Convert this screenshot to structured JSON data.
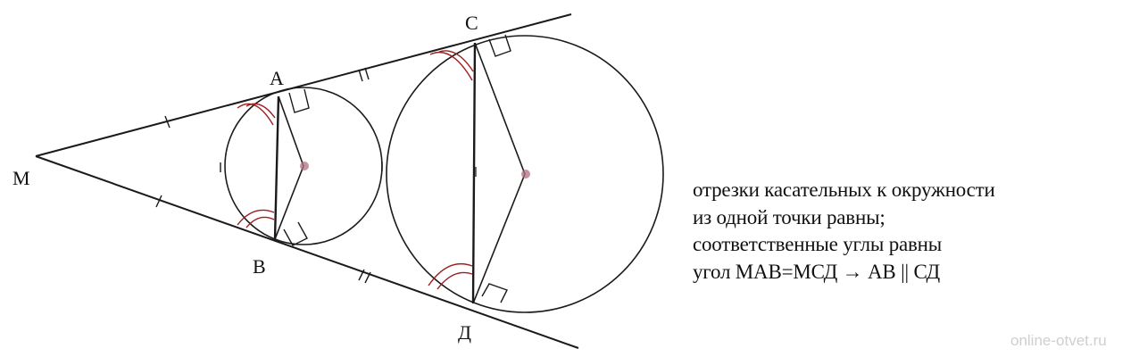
{
  "points": {
    "M": "M",
    "A": "A",
    "B": "B",
    "C": "C",
    "D": "Д"
  },
  "notes": [
    "отрезки касательных к окружности",
    "из одной точки равны;",
    "соответственные углы равны",
    "угол МАВ=МСД → АВ || СД"
  ],
  "watermark": "online-otvet.ru",
  "colors": {
    "line": "#1a1a1a",
    "angle_arc": "#9a1f1f",
    "center_dot": "#b07080"
  }
}
